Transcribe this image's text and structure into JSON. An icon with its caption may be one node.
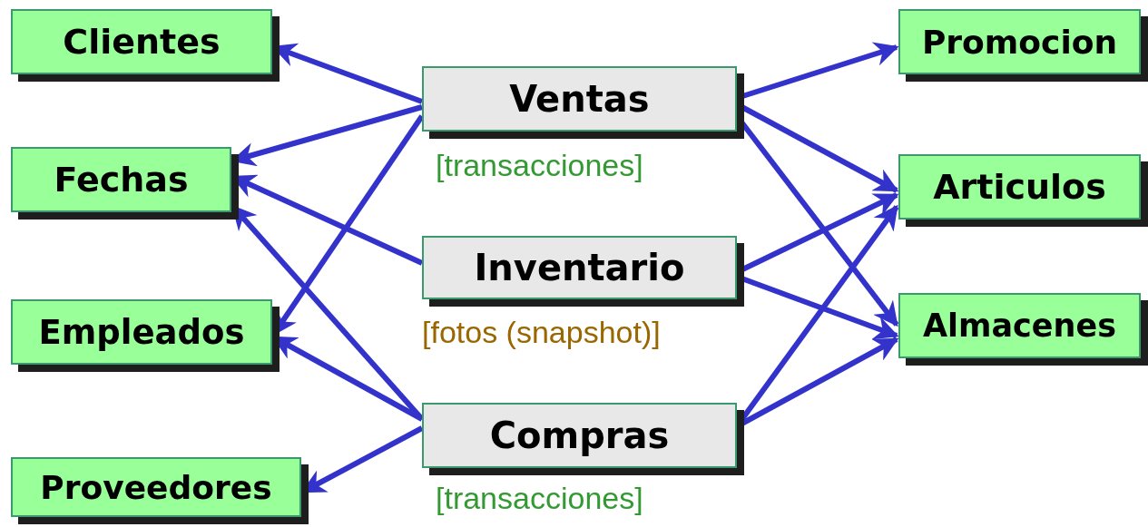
{
  "diagram": {
    "nodes": [
      {
        "text": [
          "Clientes"
        ]
      },
      {
        "text": [
          "Fechas"
        ]
      },
      {
        "text": [
          "Empleados"
        ]
      },
      {
        "text": [
          "Proveedores"
        ]
      },
      {
        "text": [
          "Ventas"
        ],
        "beside": [
          "[transacciones]"
        ]
      },
      {
        "text": [
          "Inventario"
        ],
        "beside": [
          "[fotos (snapshot)]"
        ]
      },
      {
        "text": [
          "Compras"
        ],
        "beside": [
          "[transacciones]"
        ]
      },
      {
        "text": [
          "Promocion"
        ]
      },
      {
        "text": [
          "Articulos"
        ]
      },
      {
        "text": [
          "Almacenes"
        ]
      }
    ],
    "edges": [
      {
        "from": 4,
        "to": 0,
        "arrow": "to"
      },
      {
        "from": 4,
        "to": 1,
        "arrow": "to"
      },
      {
        "from": 4,
        "to": 2,
        "arrow": "to"
      },
      {
        "from": 5,
        "to": 1,
        "arrow": "to"
      },
      {
        "from": 6,
        "to": 1,
        "arrow": "to"
      },
      {
        "from": 6,
        "to": 2,
        "arrow": "to"
      },
      {
        "from": 6,
        "to": 3,
        "arrow": "to"
      },
      {
        "from": 4,
        "to": 7,
        "arrow": "to"
      },
      {
        "from": 4,
        "to": 8,
        "arrow": "to"
      },
      {
        "from": 4,
        "to": 9,
        "arrow": "to"
      },
      {
        "from": 5,
        "to": 8,
        "arrow": "to"
      },
      {
        "from": 5,
        "to": 9,
        "arrow": "to"
      },
      {
        "from": 6,
        "to": 8,
        "arrow": "to"
      },
      {
        "from": 6,
        "to": 9,
        "arrow": "to"
      }
    ]
  }
}
